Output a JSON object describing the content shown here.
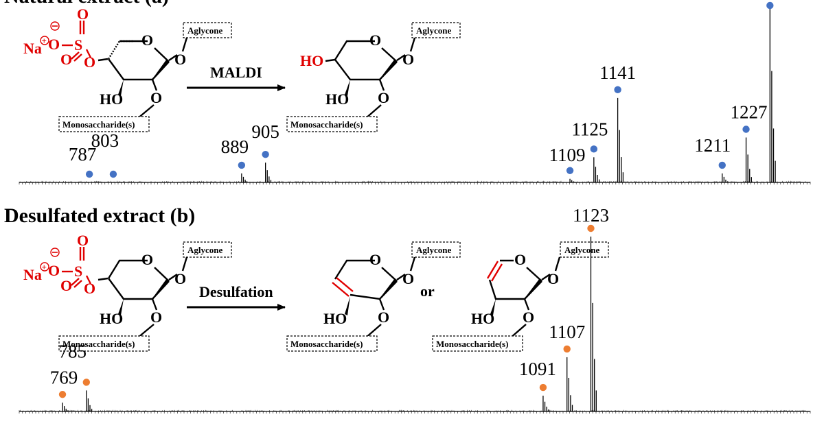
{
  "colors": {
    "blue": "#4472C4",
    "orange": "#ED7D31",
    "sulfate": "#E00000",
    "trace": "#000000"
  },
  "panel_a": {
    "title": "Natural extract (a)",
    "arrow_label": "MALDI"
  },
  "panel_b": {
    "title": "Desulfated extract (b)",
    "arrow_label": "Desulfation",
    "or_label": "or"
  },
  "structure": {
    "aglycone": "Aglycone",
    "monosaccharides": "Monosaccharide(s)",
    "sodium": "Na",
    "oxygen": "O",
    "sulfur": "S",
    "hydroxyl": "HO"
  },
  "chart_data": [
    {
      "type": "line",
      "title": "Natural extract (a)",
      "xlabel": "",
      "ylabel": "",
      "grid": false,
      "marker_color": "#4472C4",
      "x_range": [
        740,
        1270
      ],
      "ylim": [
        0,
        100
      ],
      "peaks": [
        {
          "mz": 787,
          "intensity": 0,
          "label": "787"
        },
        {
          "mz": 803,
          "intensity": 0,
          "label": "803"
        },
        {
          "mz": 889,
          "intensity": 5,
          "label": "889"
        },
        {
          "mz": 905,
          "intensity": 11,
          "label": "905"
        },
        {
          "mz": 1109,
          "intensity": 2,
          "label": "1109"
        },
        {
          "mz": 1125,
          "intensity": 14,
          "label": "1125"
        },
        {
          "mz": 1141,
          "intensity": 47,
          "label": "1141"
        },
        {
          "mz": 1211,
          "intensity": 5,
          "label": "1211"
        },
        {
          "mz": 1227,
          "intensity": 25,
          "label": "1227"
        },
        {
          "mz": 1243,
          "intensity": 100,
          "label": ""
        }
      ]
    },
    {
      "type": "line",
      "title": "Desulfated extract (b)",
      "xlabel": "",
      "ylabel": "",
      "grid": false,
      "marker_color": "#ED7D31",
      "x_range": [
        740,
        1270
      ],
      "ylim": [
        0,
        100
      ],
      "peaks": [
        {
          "mz": 769,
          "intensity": 5,
          "label": "769"
        },
        {
          "mz": 785,
          "intensity": 12,
          "label": "785"
        },
        {
          "mz": 1091,
          "intensity": 9,
          "label": "1091"
        },
        {
          "mz": 1107,
          "intensity": 31,
          "label": "1107"
        },
        {
          "mz": 1123,
          "intensity": 100,
          "label": "1123"
        }
      ]
    }
  ]
}
